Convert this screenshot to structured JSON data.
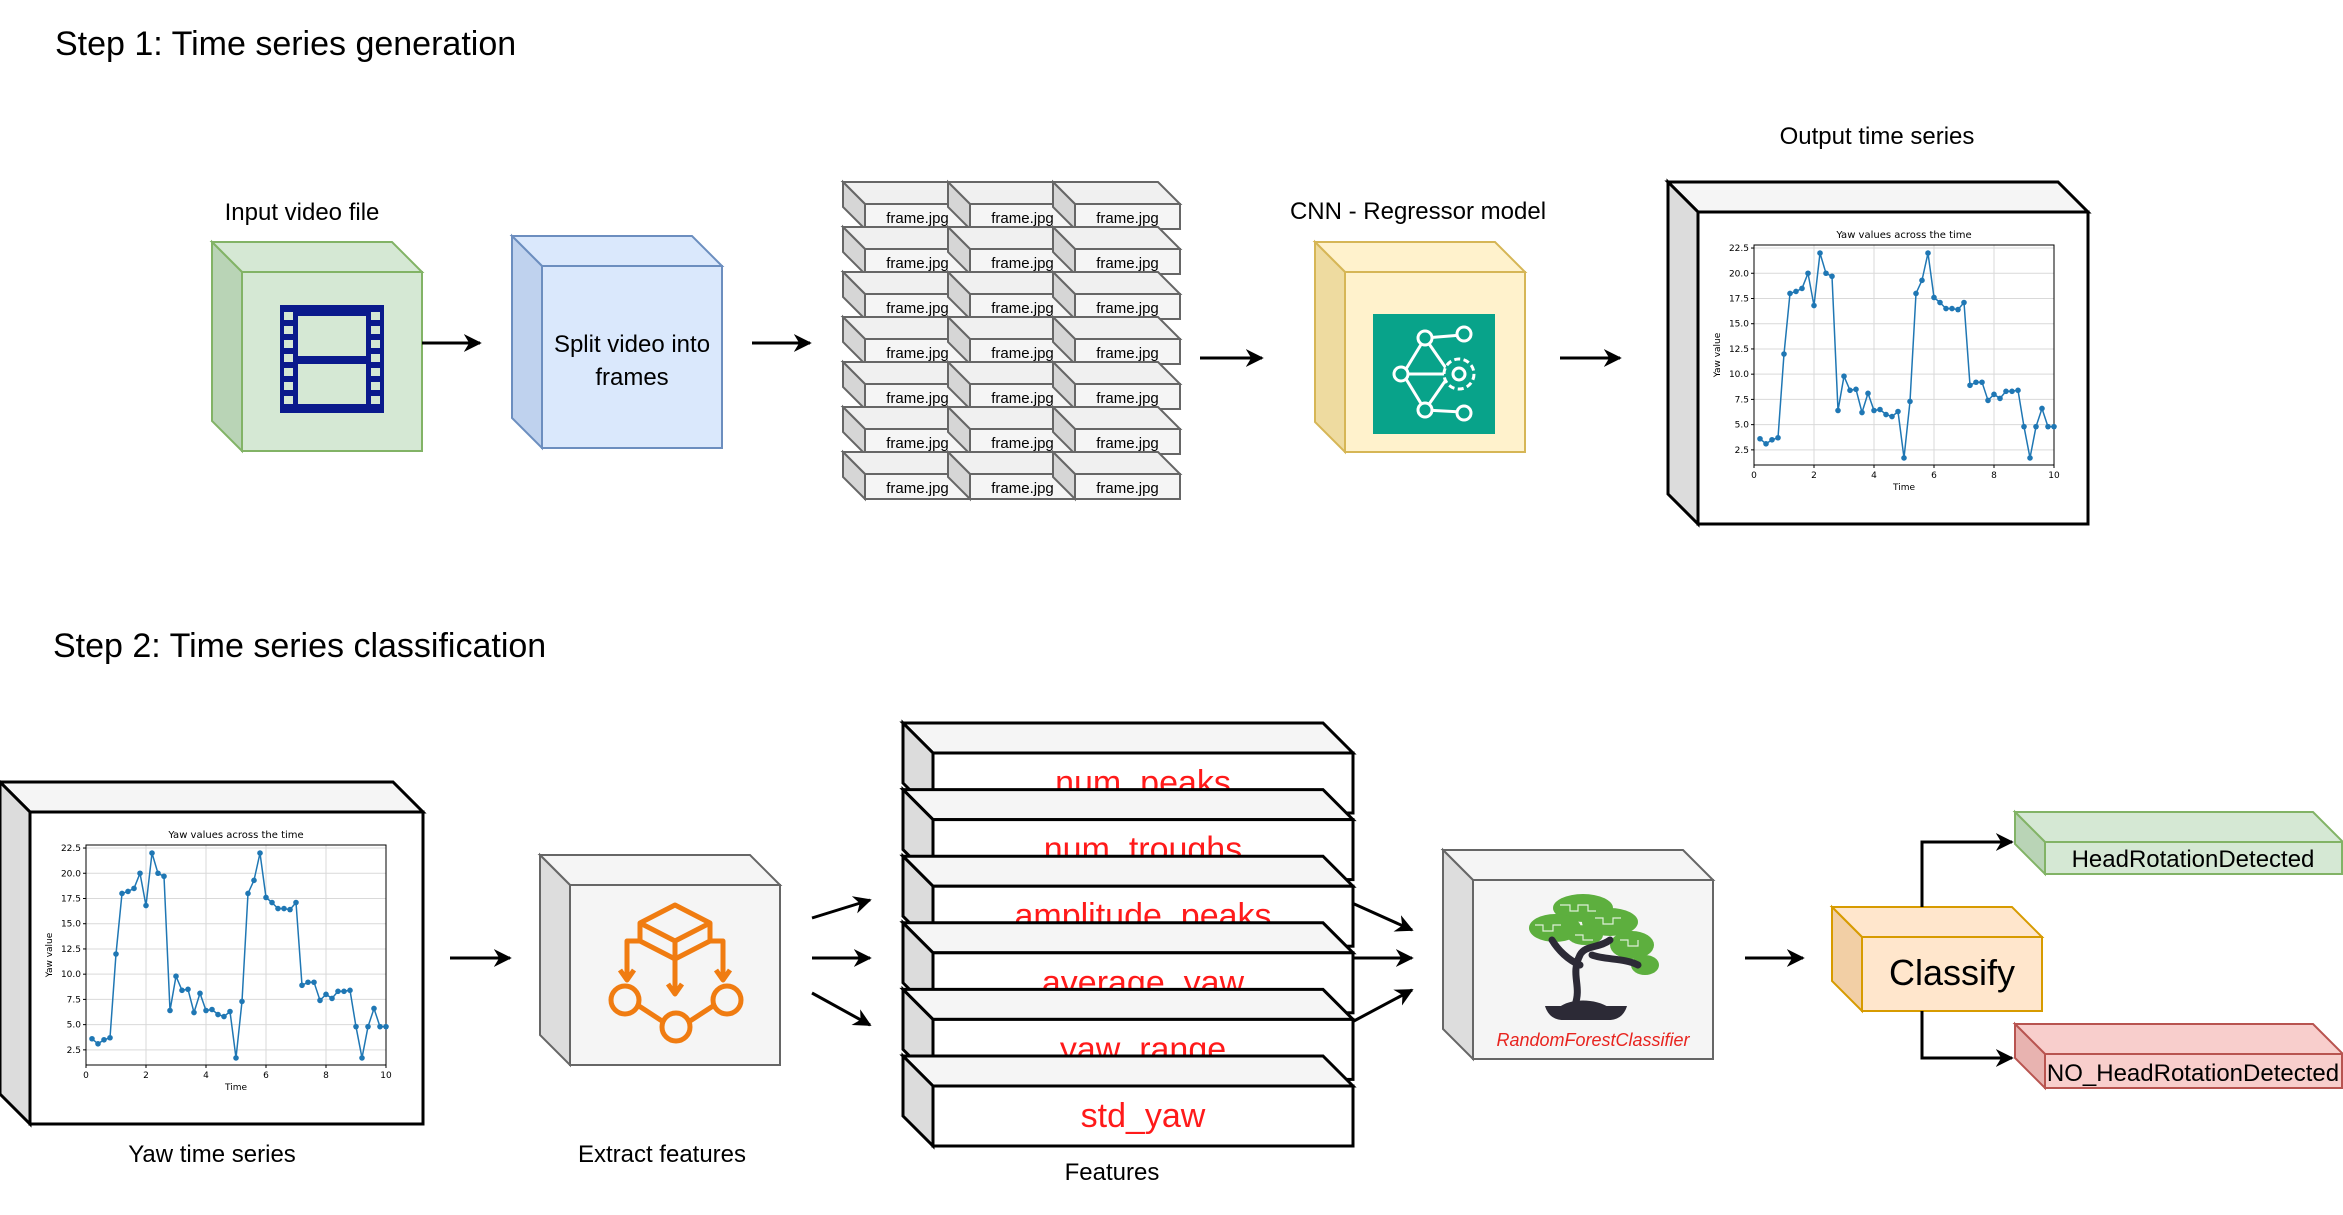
{
  "step1": {
    "title": "Step 1: Time series generation",
    "input_label": "Input video file",
    "split_line1": "Split video into",
    "split_line2": "frames",
    "frame_label": "frame.jpg",
    "cnn_label": "CNN - Regressor model",
    "output_label": "Output time series"
  },
  "step2": {
    "title": "Step 2: Time series classification",
    "yaw_label": "Yaw time series",
    "extract_label": "Extract features",
    "features_label": "Features",
    "features": [
      "num_peaks",
      "num_troughs",
      "amplitude_peaks",
      "average_yaw",
      "yaw_range",
      "std_yaw"
    ],
    "classifier_name": "RandomForestClassifier",
    "classify_label": "Classify",
    "out_positive": "HeadRotationDetected",
    "out_negative": "NO_HeadRotationDetected"
  },
  "chart_data": [
    {
      "type": "line",
      "title": "Yaw values across the time",
      "xlabel": "Time",
      "ylabel": "Yaw value",
      "xlim": [
        0,
        10
      ],
      "ylim": [
        1.0,
        22.8
      ],
      "xticks": [
        "0",
        "2",
        "4",
        "6",
        "8",
        "10"
      ],
      "yticks": [
        "2.5",
        "5.0",
        "7.5",
        "10.0",
        "12.5",
        "15.0",
        "17.5",
        "20.0",
        "22.5"
      ],
      "grid": true,
      "x": [
        0.2,
        0.4,
        0.6,
        0.8,
        1.0,
        1.2,
        1.4,
        1.6,
        1.8,
        2.0,
        2.2,
        2.4,
        2.6,
        2.8,
        3.0,
        3.2,
        3.4,
        3.6,
        3.8,
        4.0,
        4.2,
        4.4,
        4.6,
        4.8,
        5.0,
        5.2,
        5.4,
        5.6,
        5.8,
        6.0,
        6.2,
        6.4,
        6.6,
        6.8,
        7.0,
        7.2,
        7.4,
        7.6,
        7.8,
        8.0,
        8.2,
        8.4,
        8.6,
        8.8,
        9.0,
        9.2,
        9.4,
        9.6,
        9.8,
        10.0
      ],
      "y": [
        3.6,
        3.1,
        3.5,
        3.7,
        12.0,
        18.0,
        18.2,
        18.5,
        20.0,
        16.8,
        22.0,
        20.0,
        19.7,
        6.4,
        9.8,
        8.4,
        8.5,
        6.2,
        8.1,
        6.4,
        6.5,
        6.0,
        5.8,
        6.3,
        1.7,
        7.3,
        18.0,
        19.3,
        22.0,
        17.6,
        17.1,
        16.5,
        16.5,
        16.4,
        17.1,
        8.9,
        9.2,
        9.2,
        7.4,
        8.0,
        7.6,
        8.3,
        8.3,
        8.4,
        4.8,
        1.7,
        4.8,
        6.6,
        4.8,
        4.8
      ]
    },
    {
      "type": "line",
      "title": "Yaw values across the time",
      "xlabel": "Time",
      "ylabel": "Yaw value",
      "xlim": [
        0,
        10
      ],
      "ylim": [
        1.0,
        22.8
      ],
      "xticks": [
        "0",
        "2",
        "4",
        "6",
        "8",
        "10"
      ],
      "yticks": [
        "2.5",
        "5.0",
        "7.5",
        "10.0",
        "12.5",
        "15.0",
        "17.5",
        "20.0",
        "22.5"
      ],
      "grid": true,
      "x": [
        0.2,
        0.4,
        0.6,
        0.8,
        1.0,
        1.2,
        1.4,
        1.6,
        1.8,
        2.0,
        2.2,
        2.4,
        2.6,
        2.8,
        3.0,
        3.2,
        3.4,
        3.6,
        3.8,
        4.0,
        4.2,
        4.4,
        4.6,
        4.8,
        5.0,
        5.2,
        5.4,
        5.6,
        5.8,
        6.0,
        6.2,
        6.4,
        6.6,
        6.8,
        7.0,
        7.2,
        7.4,
        7.6,
        7.8,
        8.0,
        8.2,
        8.4,
        8.6,
        8.8,
        9.0,
        9.2,
        9.4,
        9.6,
        9.8,
        10.0
      ],
      "y": [
        3.6,
        3.1,
        3.5,
        3.7,
        12.0,
        18.0,
        18.2,
        18.5,
        20.0,
        16.8,
        22.0,
        20.0,
        19.7,
        6.4,
        9.8,
        8.4,
        8.5,
        6.2,
        8.1,
        6.4,
        6.5,
        6.0,
        5.8,
        6.3,
        1.7,
        7.3,
        18.0,
        19.3,
        22.0,
        17.6,
        17.1,
        16.5,
        16.5,
        16.4,
        17.1,
        8.9,
        9.2,
        9.2,
        7.4,
        8.0,
        7.6,
        8.3,
        8.3,
        8.4,
        4.8,
        1.7,
        4.8,
        6.6,
        4.8,
        4.8
      ]
    }
  ]
}
